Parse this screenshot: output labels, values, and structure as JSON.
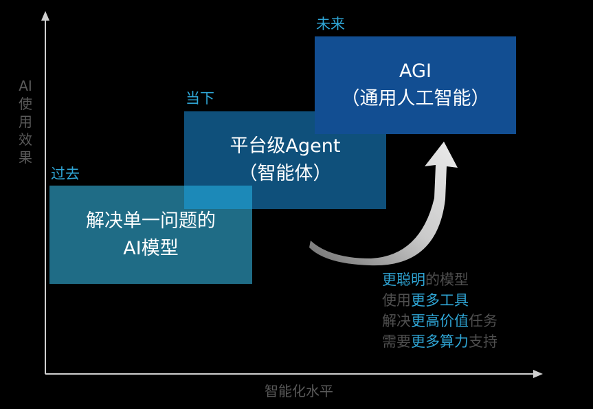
{
  "axes": {
    "y_label": "AI\n使\n用\n效\n果",
    "x_label": "智能化水平"
  },
  "stages": [
    {
      "tag": "过去",
      "lines": [
        "解决单一问题的",
        "AI模型"
      ]
    },
    {
      "tag": "当下",
      "lines": [
        "平台级Agent",
        "（智能体）"
      ]
    },
    {
      "tag": "未来",
      "lines": [
        "AGI",
        "（通用人工智能）"
      ]
    }
  ],
  "drivers": [
    {
      "highlight": "更聪明",
      "rest": "的模型"
    },
    {
      "plain": "使用",
      "highlight": "更多工具"
    },
    {
      "plain": "解决",
      "highlight": "更高价值",
      "rest": "任务"
    },
    {
      "plain": "需要",
      "highlight": "更多算力",
      "rest": "支持"
    }
  ],
  "colors": {
    "accent": "#2fa6d6",
    "axis": "#d0d0d0",
    "muted_text": "#5a5a5a",
    "past_box": "#1f6c86",
    "present_box": "#126296",
    "future_box": "#124e92"
  }
}
